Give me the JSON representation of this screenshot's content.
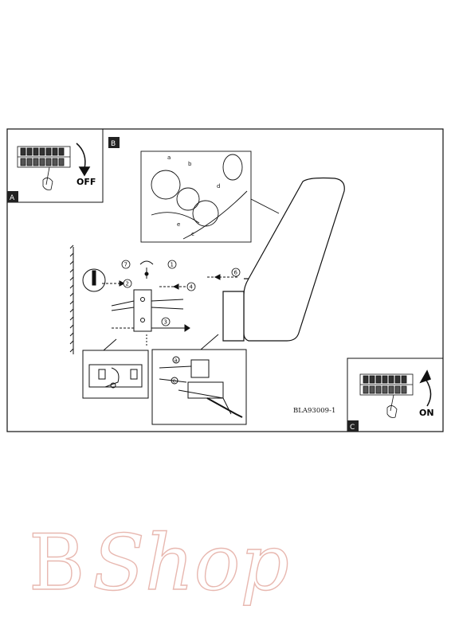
{
  "diagram": {
    "panel_a": {
      "letter": "A",
      "switch_label": "OFF"
    },
    "panel_b": {
      "letter": "B"
    },
    "panel_c": {
      "letter": "C",
      "switch_label": "ON"
    },
    "model_code": "BLA93009-1",
    "steps": [
      "1",
      "2",
      "3",
      "4",
      "5",
      "6",
      "7"
    ],
    "sub_steps": [
      "a",
      "b",
      "c",
      "d",
      "e"
    ]
  },
  "watermark": {
    "text_main": "B",
    "text_rest": "Shop",
    "color": "#e8b8b0"
  },
  "colors": {
    "line": "#111111",
    "fill_dark": "#222222"
  }
}
